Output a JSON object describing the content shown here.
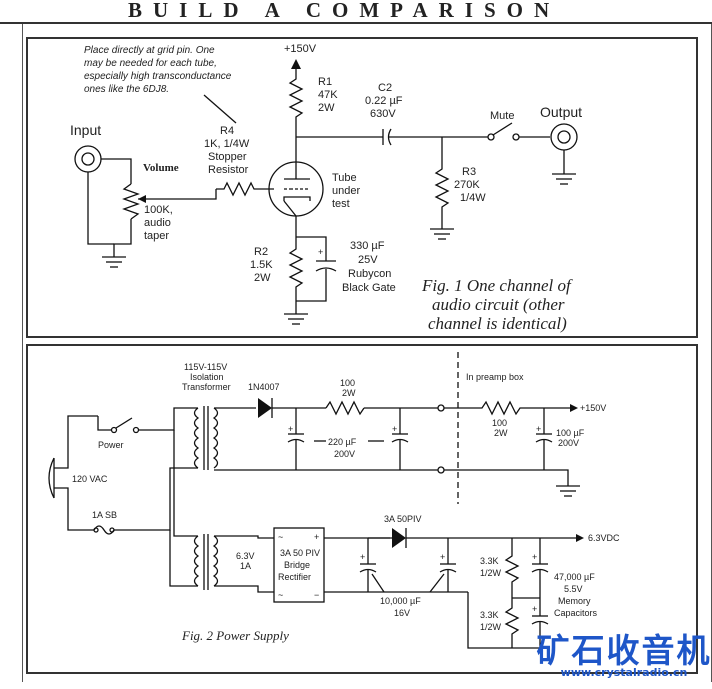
{
  "header": {
    "title": "BUILD A COMPARISON"
  },
  "fig1": {
    "note": [
      "Place directly at grid pin. One",
      "may be needed for each tube,",
      "especially high transconductance",
      "ones like the 6DJ8."
    ],
    "input": "Input",
    "volume": "Volume",
    "pot": [
      "100K,",
      "audio",
      "taper"
    ],
    "r4": [
      "R4",
      "1K, 1/4W",
      "Stopper",
      "Resistor"
    ],
    "b150": "+150V",
    "r1": [
      "R1",
      "47K",
      "2W"
    ],
    "c2": [
      "C2",
      "0.22 µF",
      "630V"
    ],
    "tube": [
      "Tube",
      "under",
      "test"
    ],
    "mute": "Mute",
    "output": "Output",
    "r3": [
      "R3",
      "270K",
      "1/4W"
    ],
    "r2": [
      "R2",
      "1.5K",
      "2W"
    ],
    "cap": [
      "330 µF",
      "25V",
      "Rubycon",
      "Black Gate"
    ],
    "caption": [
      "Fig. 1  One channel of",
      "audio circuit (other",
      "channel is identical)"
    ]
  },
  "fig2": {
    "transformer": [
      "115V-115V",
      "Isolation",
      "Transformer"
    ],
    "diode": "1N4007",
    "r100a": [
      "100",
      "2W"
    ],
    "preamp": "In preamp box",
    "r100b": [
      "100",
      "2W"
    ],
    "b150": "+150V",
    "c100": [
      "100 µF",
      "200V"
    ],
    "c220": [
      "220 µF",
      "200V"
    ],
    "power": "Power",
    "vac": "120 VAC",
    "fuse": "1A SB",
    "diode3a": "3A 50PIV",
    "v63dc": "6.3VDC",
    "sec63": [
      "6.3V",
      "1A"
    ],
    "bridge": [
      "3A 50 PIV",
      "Bridge",
      "Rectifier"
    ],
    "c10000": [
      "10,000 µF",
      "16V"
    ],
    "r33a": [
      "3.3K",
      "1/2W"
    ],
    "r33b": [
      "3.3K",
      "1/2W"
    ],
    "mem": [
      "47,000 µF",
      "5.5V",
      "Memory",
      "Capacitors"
    ],
    "caption": "Fig. 2  Power Supply",
    "sym_ac1": "~",
    "sym_ac2": "~",
    "sym_plus": "+",
    "sym_minus": "−"
  },
  "watermark": {
    "cn": "矿石收音机",
    "url": "www.crystalradio.cn",
    "color": "#1e56c8"
  }
}
